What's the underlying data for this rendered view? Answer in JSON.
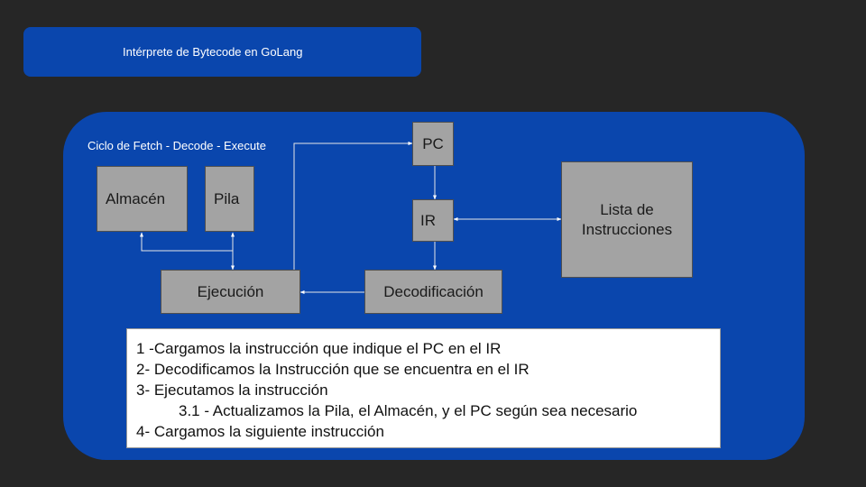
{
  "title": "Intérprete de Bytecode en GoLang",
  "panel": {
    "caption": "Ciclo de Fetch - Decode - Execute"
  },
  "nodes": {
    "almacen": "Almacén",
    "pila": "Pila",
    "pc": "PC",
    "ir": "IR",
    "lista_line1": "Lista de",
    "lista_line2": "Instrucciones",
    "ejecucion": "Ejecución",
    "decodificacion": "Decodificación"
  },
  "steps": [
    "1 -Cargamos la instrucción que indique el PC en el IR",
    "2- Decodificamos la Instrucción que se encuentra en el IR",
    "3- Ejecutamos la instrucción",
    "3.1 - Actualizamos la Pila, el Almacén, y el PC según sea necesario",
    "4-  Cargamos la siguiente instrucción"
  ],
  "colors": {
    "background": "#262626",
    "accent_blue": "#0a46ad",
    "node_gray": "#a3a3a3",
    "note_bg": "#ffffff"
  }
}
